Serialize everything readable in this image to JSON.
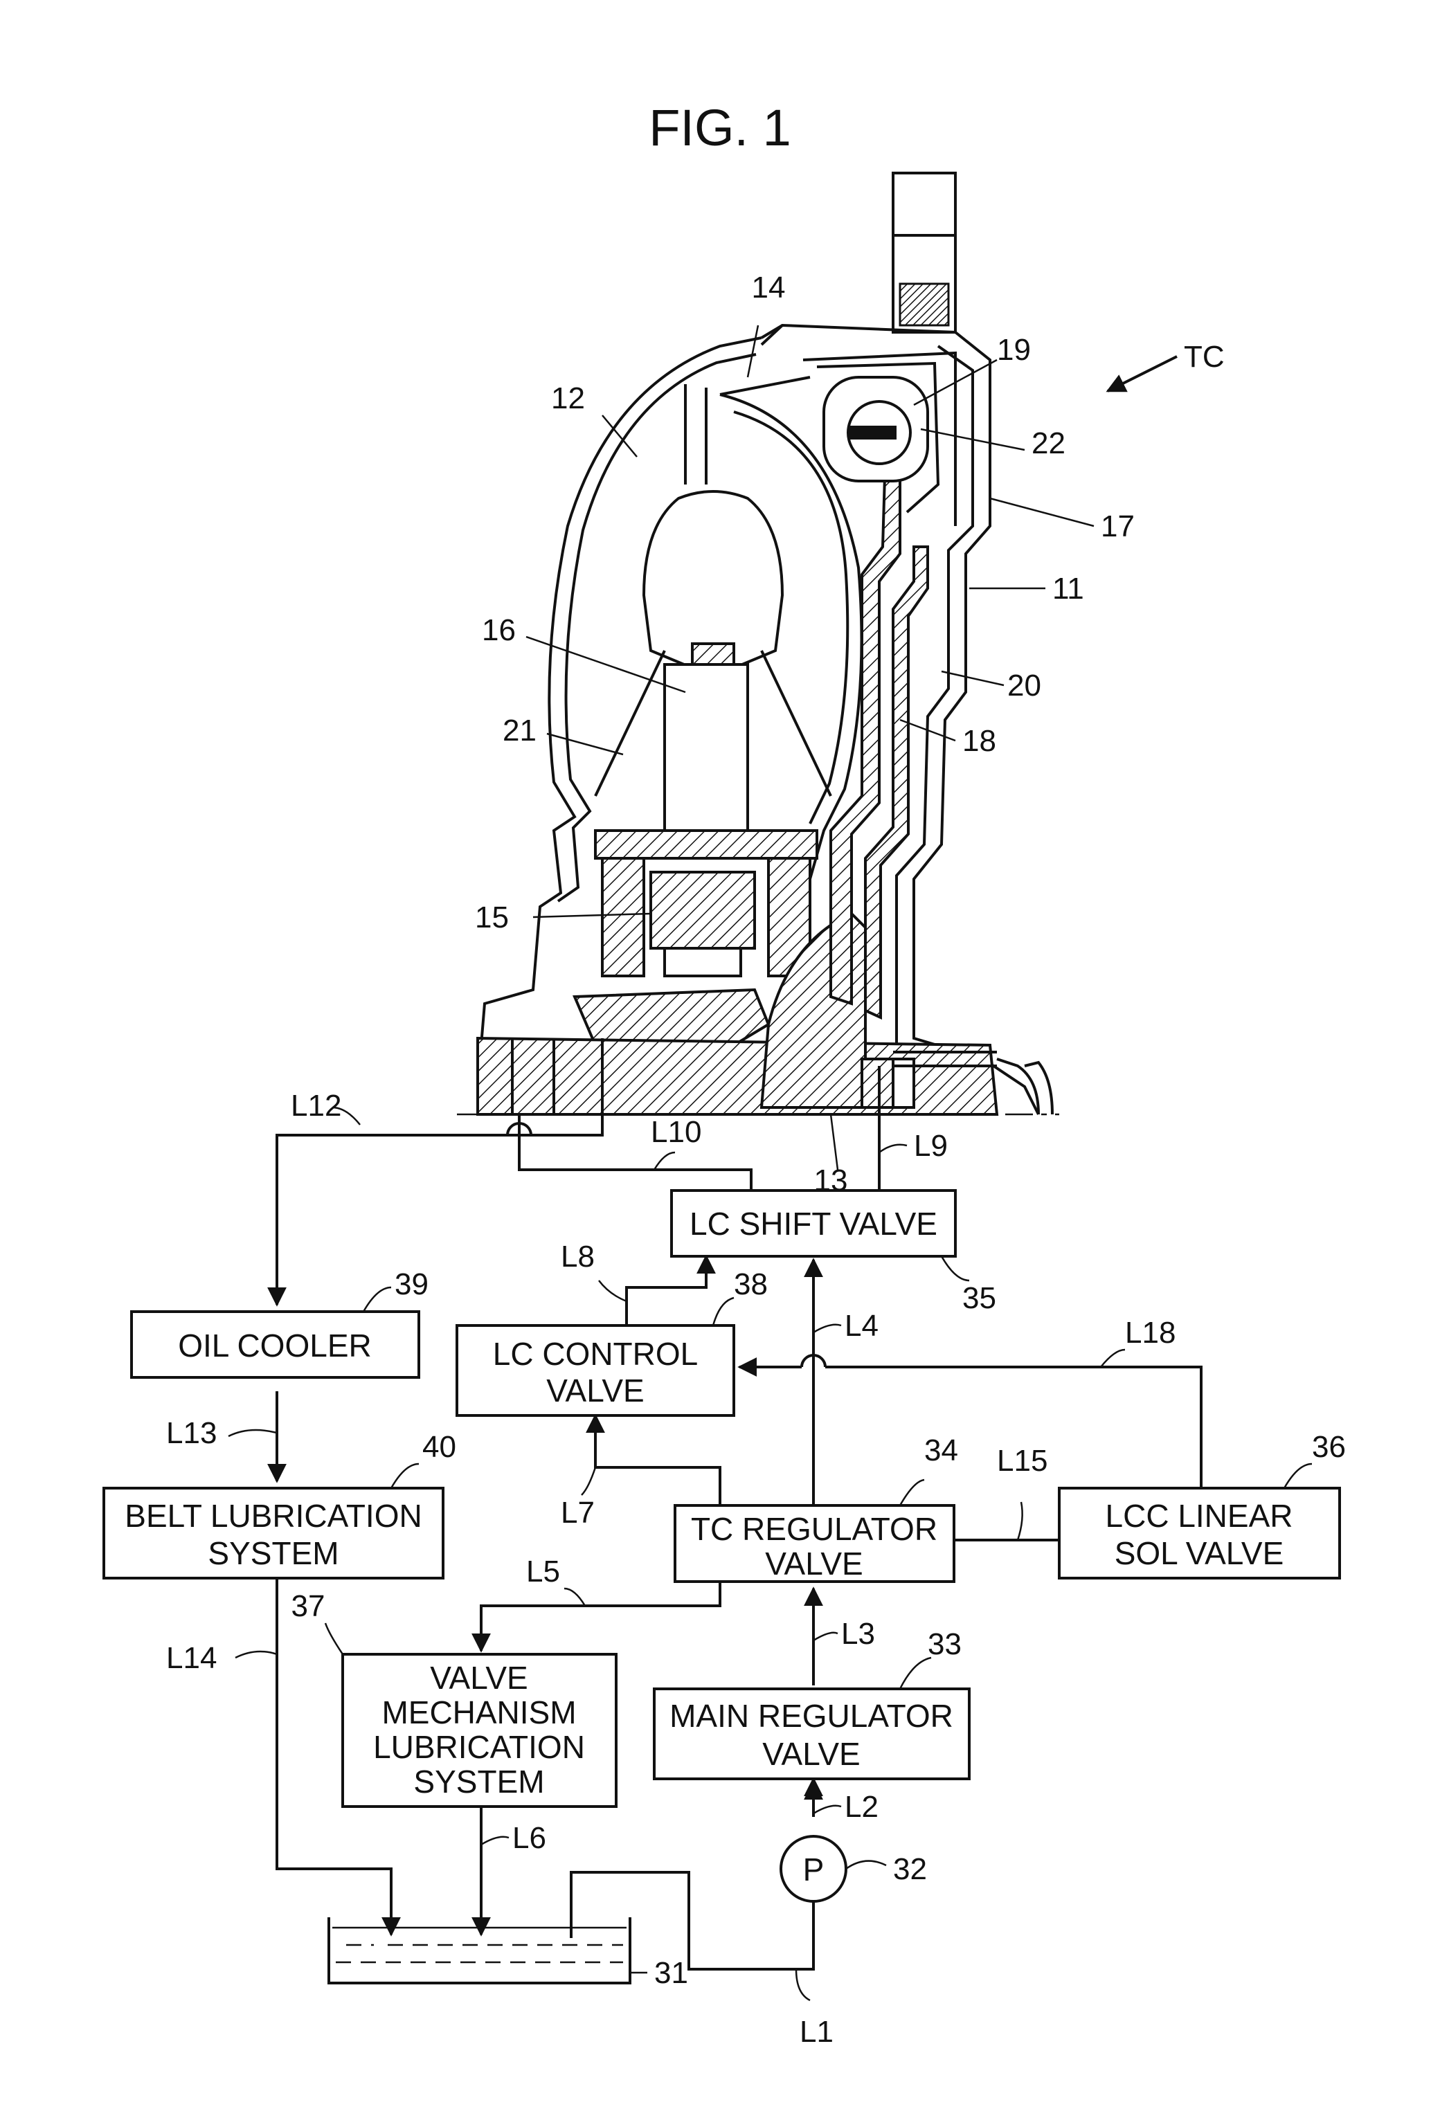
{
  "figure": {
    "title": "FIG. 1",
    "tc_label": "TC"
  },
  "torque_converter": {
    "parts": [
      "11",
      "12",
      "13",
      "14",
      "15",
      "16",
      "17",
      "18",
      "19",
      "20",
      "21",
      "22"
    ]
  },
  "boxes": {
    "lc_shift": {
      "lines": [
        "LC SHIFT VALVE"
      ],
      "ref": "35"
    },
    "lc_control": {
      "lines": [
        "LC CONTROL",
        "VALVE"
      ],
      "ref": "38"
    },
    "oil_cooler": {
      "lines": [
        "OIL COOLER"
      ],
      "ref": "39"
    },
    "belt_lube": {
      "lines": [
        "BELT LUBRICATION",
        "SYSTEM"
      ],
      "ref": "40"
    },
    "tc_regulator": {
      "lines": [
        "TC REGULATOR",
        "VALVE"
      ],
      "ref": "34"
    },
    "lcc_linear": {
      "lines": [
        "LCC LINEAR",
        "SOL VALVE"
      ],
      "ref": "36"
    },
    "valve_mech": {
      "lines": [
        "VALVE",
        "MECHANISM",
        "LUBRICATION",
        "SYSTEM"
      ],
      "ref": "37"
    },
    "main_regulator": {
      "lines": [
        "MAIN REGULATOR",
        "VALVE"
      ],
      "ref": "33"
    }
  },
  "pump": {
    "label": "P",
    "ref": "32"
  },
  "tank": {
    "ref": "31"
  },
  "lines": {
    "L1": "L1",
    "L2": "L2",
    "L3": "L3",
    "L4": "L4",
    "L5": "L5",
    "L6": "L6",
    "L7": "L7",
    "L8": "L8",
    "L9": "L9",
    "L10": "L10",
    "L12": "L12",
    "L13": "L13",
    "L14": "L14",
    "L15": "L15",
    "L18": "L18"
  },
  "style": {
    "ink": "#111111",
    "background": "#ffffff"
  }
}
